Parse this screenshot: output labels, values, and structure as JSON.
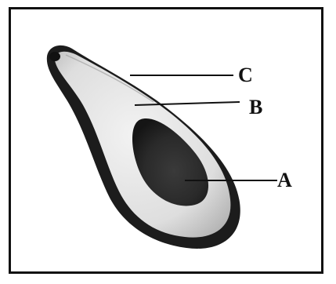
{
  "figure": {
    "labels": {
      "a": "A",
      "b": "B",
      "c": "C"
    }
  },
  "colors": {
    "skin": "#1c1c1c",
    "flesh": "#e6e6e6",
    "pit": "#2a2a2a",
    "frame": "#111111"
  }
}
